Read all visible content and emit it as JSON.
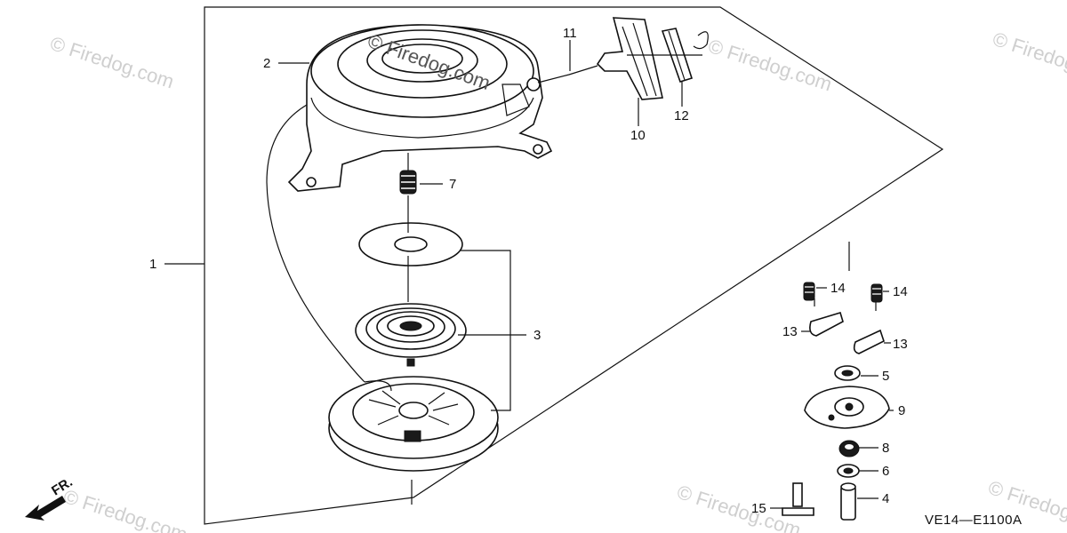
{
  "diagram": {
    "code": "VE14—E1100A",
    "front_marker": "FR.",
    "watermark_main": "© Firedog.com",
    "watermark_bg": "© Firedog.com",
    "callouts": [
      "1",
      "2",
      "3",
      "4",
      "5",
      "6",
      "7",
      "8",
      "9",
      "10",
      "11",
      "12",
      "13",
      "13",
      "14",
      "14",
      "15"
    ]
  }
}
